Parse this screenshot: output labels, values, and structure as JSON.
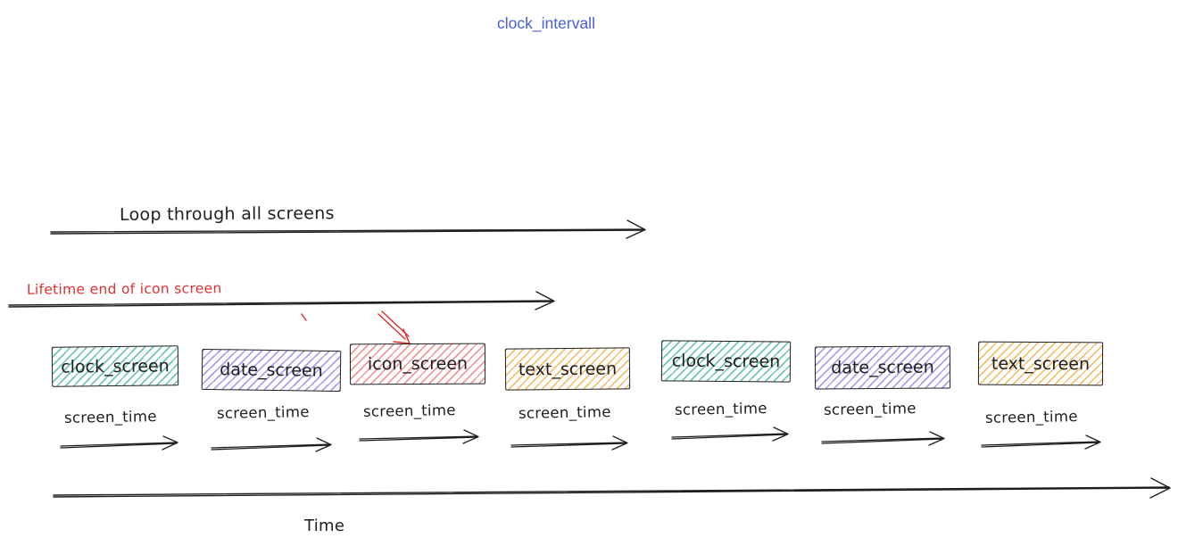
{
  "title": {
    "text": "clock_intervall",
    "color": "#4a5dd6"
  },
  "labels": {
    "loop": "Loop through all screens",
    "lifetime": "Lifetime end of icon screen",
    "screen_time": "screen_time",
    "time": "Time"
  },
  "colors": {
    "stroke": "#1e1e1e",
    "red_accent": "#e03131",
    "green_fill": "#6fcba6",
    "purple_fill": "#aba0f0",
    "red_fill": "#f29a9a",
    "orange_fill": "#f3c173"
  },
  "screens": [
    {
      "label": "clock_screen",
      "fill": "green"
    },
    {
      "label": "date_screen",
      "fill": "purple"
    },
    {
      "label": "icon_screen",
      "fill": "red",
      "pointed_by_red_arrow": true
    },
    {
      "label": "text_screen",
      "fill": "orange"
    },
    {
      "label": "clock_screen",
      "fill": "green"
    },
    {
      "label": "date_screen",
      "fill": "purple"
    },
    {
      "label": "text_screen",
      "fill": "orange"
    }
  ]
}
